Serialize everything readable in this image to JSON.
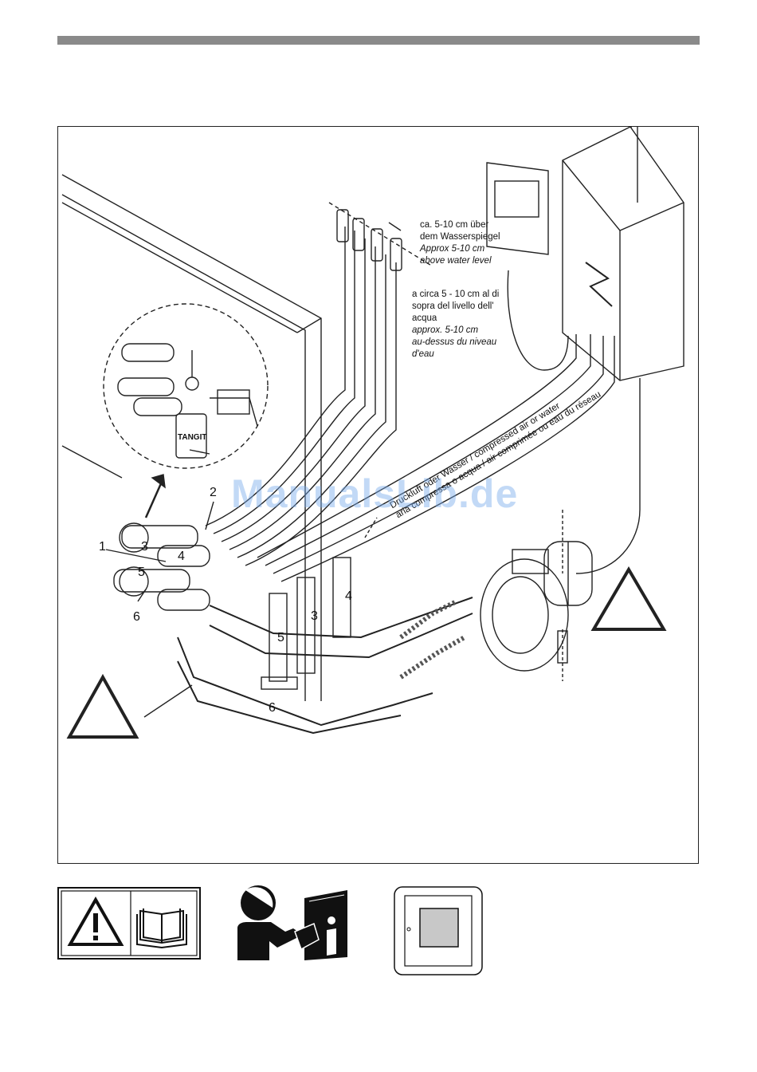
{
  "notes": {
    "de": "ca. 5-10 cm über",
    "de2": "dem Wasserspiegel",
    "en1": "Approx 5-10 cm",
    "en2": "above water level",
    "it1": "a circa 5 - 10 cm al di",
    "it2": "sopra del livello dell'",
    "it3": "acqua",
    "fr1": "approx. 5-10 cm",
    "fr2": "au-dessus du niveau",
    "fr3": "d'eau"
  },
  "air_label": {
    "line1": "Druckluft oder Wasser / compressed air or water",
    "line2": "aria compressa o acqua / air comprimée ou eau du réseau"
  },
  "tangit": "TANGIT",
  "callouts": {
    "n1": "1",
    "n2": "2",
    "n3a": "3",
    "n4a": "4",
    "n5a": "5",
    "n6a": "6",
    "n3b": "3",
    "n4b": "4",
    "n5b": "5",
    "n6b": "6"
  },
  "watermark": "ManualsLib.de",
  "icons": [
    "warning-triangle-icon",
    "book-icon",
    "person-reading-info-icon",
    "control-panel-icon"
  ]
}
